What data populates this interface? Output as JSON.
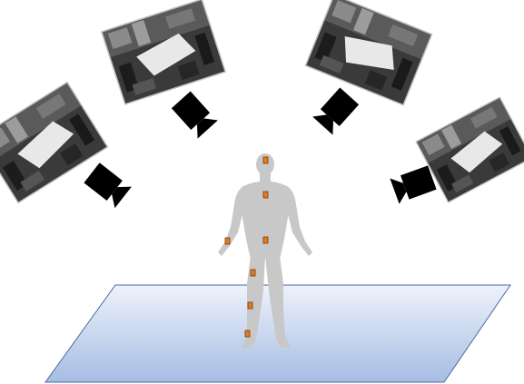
{
  "scene": {
    "cameras": [
      {
        "id": "cam-1",
        "icon": "video-camera-icon",
        "view": "camera-view-thumbnail"
      },
      {
        "id": "cam-2",
        "icon": "video-camera-icon",
        "view": "camera-view-thumbnail"
      },
      {
        "id": "cam-3",
        "icon": "video-camera-icon",
        "view": "camera-view-thumbnail"
      },
      {
        "id": "cam-4",
        "icon": "video-camera-icon",
        "view": "camera-view-thumbnail"
      }
    ],
    "person": {
      "icon": "human-silhouette-icon",
      "sensor_count": 7
    },
    "floor": {
      "icon": "floor-plane"
    },
    "colors": {
      "camera": "#000000",
      "silhouette": "#c8c8c8",
      "sensor": "#e07b24",
      "sensor_outline": "#7a3a08",
      "floor_top": "#eef2fb",
      "floor_bottom": "#a6bde3",
      "floor_outline": "#4a6aa5"
    }
  }
}
